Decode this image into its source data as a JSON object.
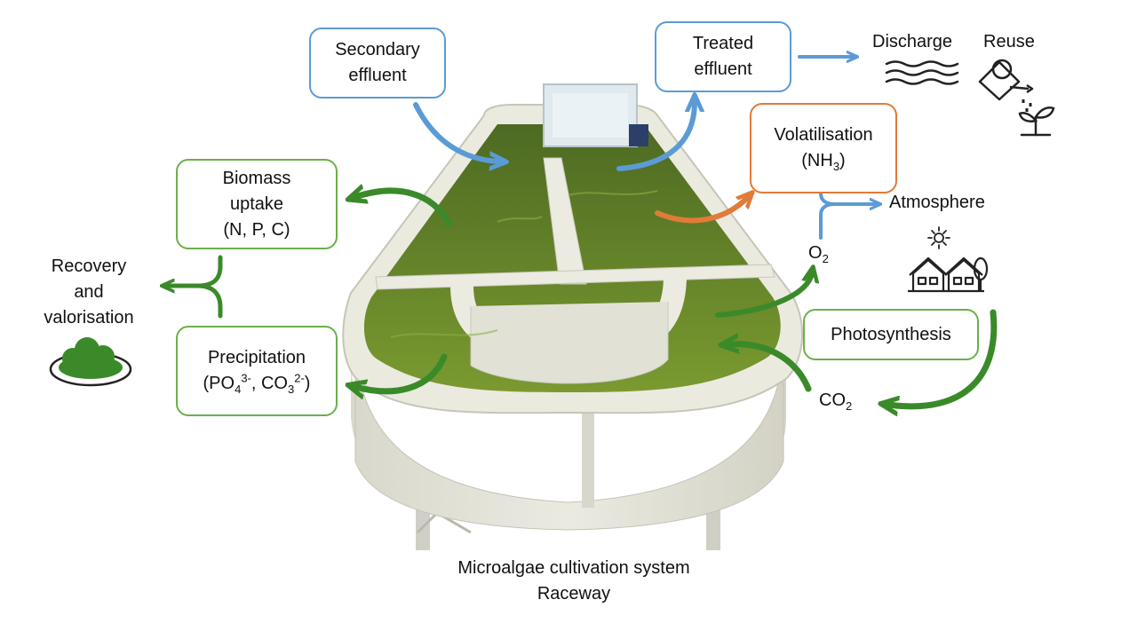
{
  "boxes": {
    "secondary_effluent": [
      "Secondary",
      "effluent"
    ],
    "treated_effluent": [
      "Treated",
      "effluent"
    ],
    "volatilisation": {
      "line1": "Volatilisation",
      "line2_pre": "(NH",
      "line2_sub": "3",
      "line2_post": ")"
    },
    "biomass_uptake": [
      "Biomass",
      "uptake",
      "(N, P, C)"
    ],
    "precipitation": {
      "line1": "Precipitation",
      "p1": "(PO",
      "p1_sub": "4",
      "p1_sup": "3-",
      "p2": ", CO",
      "p2_sub": "3",
      "p2_sup": "2-",
      "p3": ")"
    },
    "photosynthesis": "Photosynthesis"
  },
  "labels": {
    "discharge": "Discharge",
    "reuse": "Reuse",
    "atmosphere": "Atmosphere",
    "o2": {
      "main": "O",
      "sub": "2"
    },
    "co2": {
      "main": "CO",
      "sub": "2"
    },
    "recovery": [
      "Recovery",
      "and",
      "valorisation"
    ],
    "caption": [
      "Microalgae cultivation system",
      "Raceway"
    ]
  },
  "colors": {
    "blue": "#5b9bd5",
    "green": "#3a8a2a",
    "orange": "#e07b39",
    "box_green": "#6ab04c",
    "water": "#5f7f2a",
    "tank": "#e6e5dc"
  },
  "icons": [
    "water-waves-icon",
    "watering-can-icon",
    "sprout-icon",
    "sun-icon",
    "houses-icon",
    "tree-icon",
    "biomass-plate-icon"
  ]
}
